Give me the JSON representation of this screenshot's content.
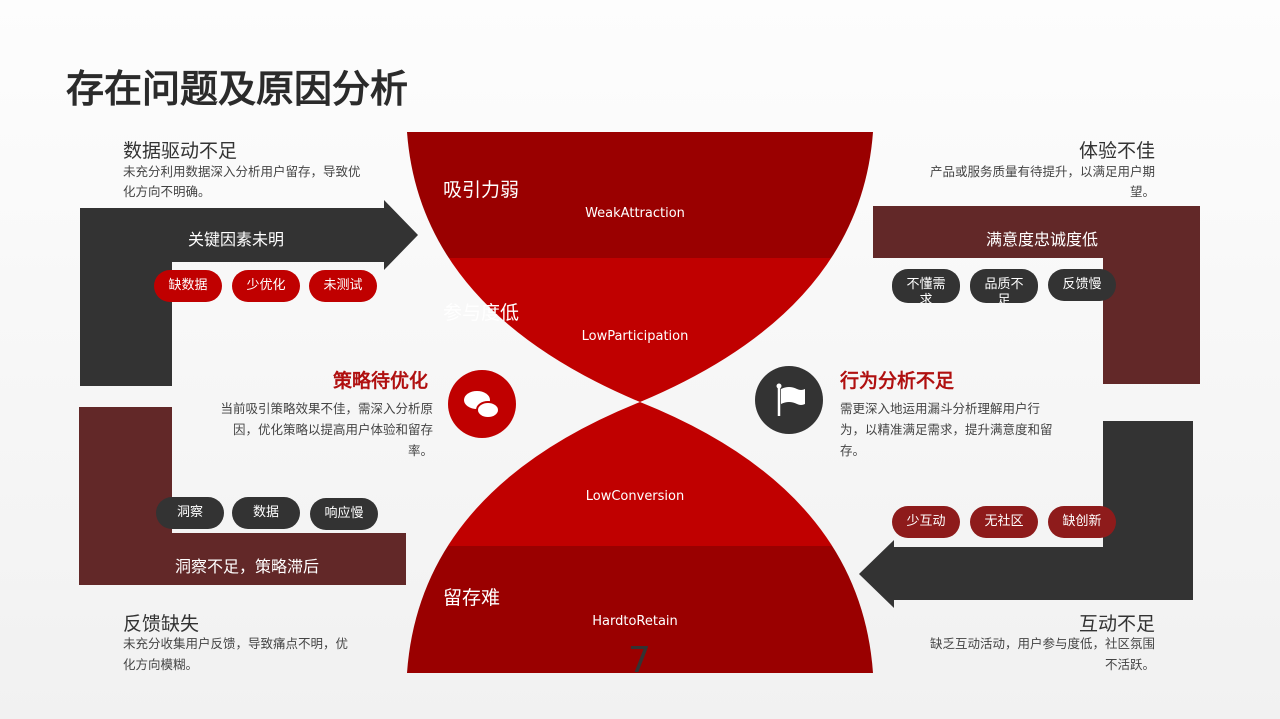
{
  "title": "存在问题及原因分析",
  "colors": {
    "red": "#c00000",
    "dark_red": "#9a0000",
    "maroon": "#622828",
    "dark": "#333333"
  },
  "top_left": {
    "heading": "数据驱动不足",
    "desc": "未充分利用数据深入分析用户留存，导致优化方向不明确。",
    "bar": "关键因素未明",
    "pills": [
      "缺数据",
      "少优化",
      "未测试"
    ]
  },
  "top_right": {
    "heading": "体验不佳",
    "desc": "产品或服务质量有待提升，以满足用户期望。",
    "bar": "满意度忠诚度低",
    "pills": [
      "不懂需求",
      "品质不足",
      "反馈慢"
    ]
  },
  "bottom_left": {
    "heading": "反馈缺失",
    "desc": "未充分收集用户反馈，导致痛点不明，优化方向模糊。",
    "bar": "洞察不足，策略滞后",
    "pills": [
      "洞察",
      "数据",
      "响应慢"
    ]
  },
  "bottom_right": {
    "heading": "互动不足",
    "desc": "缺乏互动活动，用户参与度低，社区氛围不活跃。",
    "pills": [
      "少互动",
      "无社区",
      "缺创新"
    ]
  },
  "middle_left": {
    "heading": "策略待优化",
    "desc": "当前吸引策略效果不佳，需深入分析原因，优化策略以提高用户体验和留存率。",
    "icon": "chat-bubbles-icon"
  },
  "middle_right": {
    "heading": "行为分析不足",
    "desc": "需更深入地运用漏斗分析理解用户行为，以精准满足需求，提升满意度和留存。",
    "icon": "flag-icon"
  },
  "hourglass": [
    {
      "cn": "吸引力弱",
      "en": "WeakAttraction"
    },
    {
      "cn": "参与度低",
      "en": "LowParticipation"
    },
    {
      "cn": "",
      "en": "LowConversion"
    },
    {
      "cn": "留存难",
      "en": "HardtoRetain"
    }
  ],
  "page_number": "7"
}
